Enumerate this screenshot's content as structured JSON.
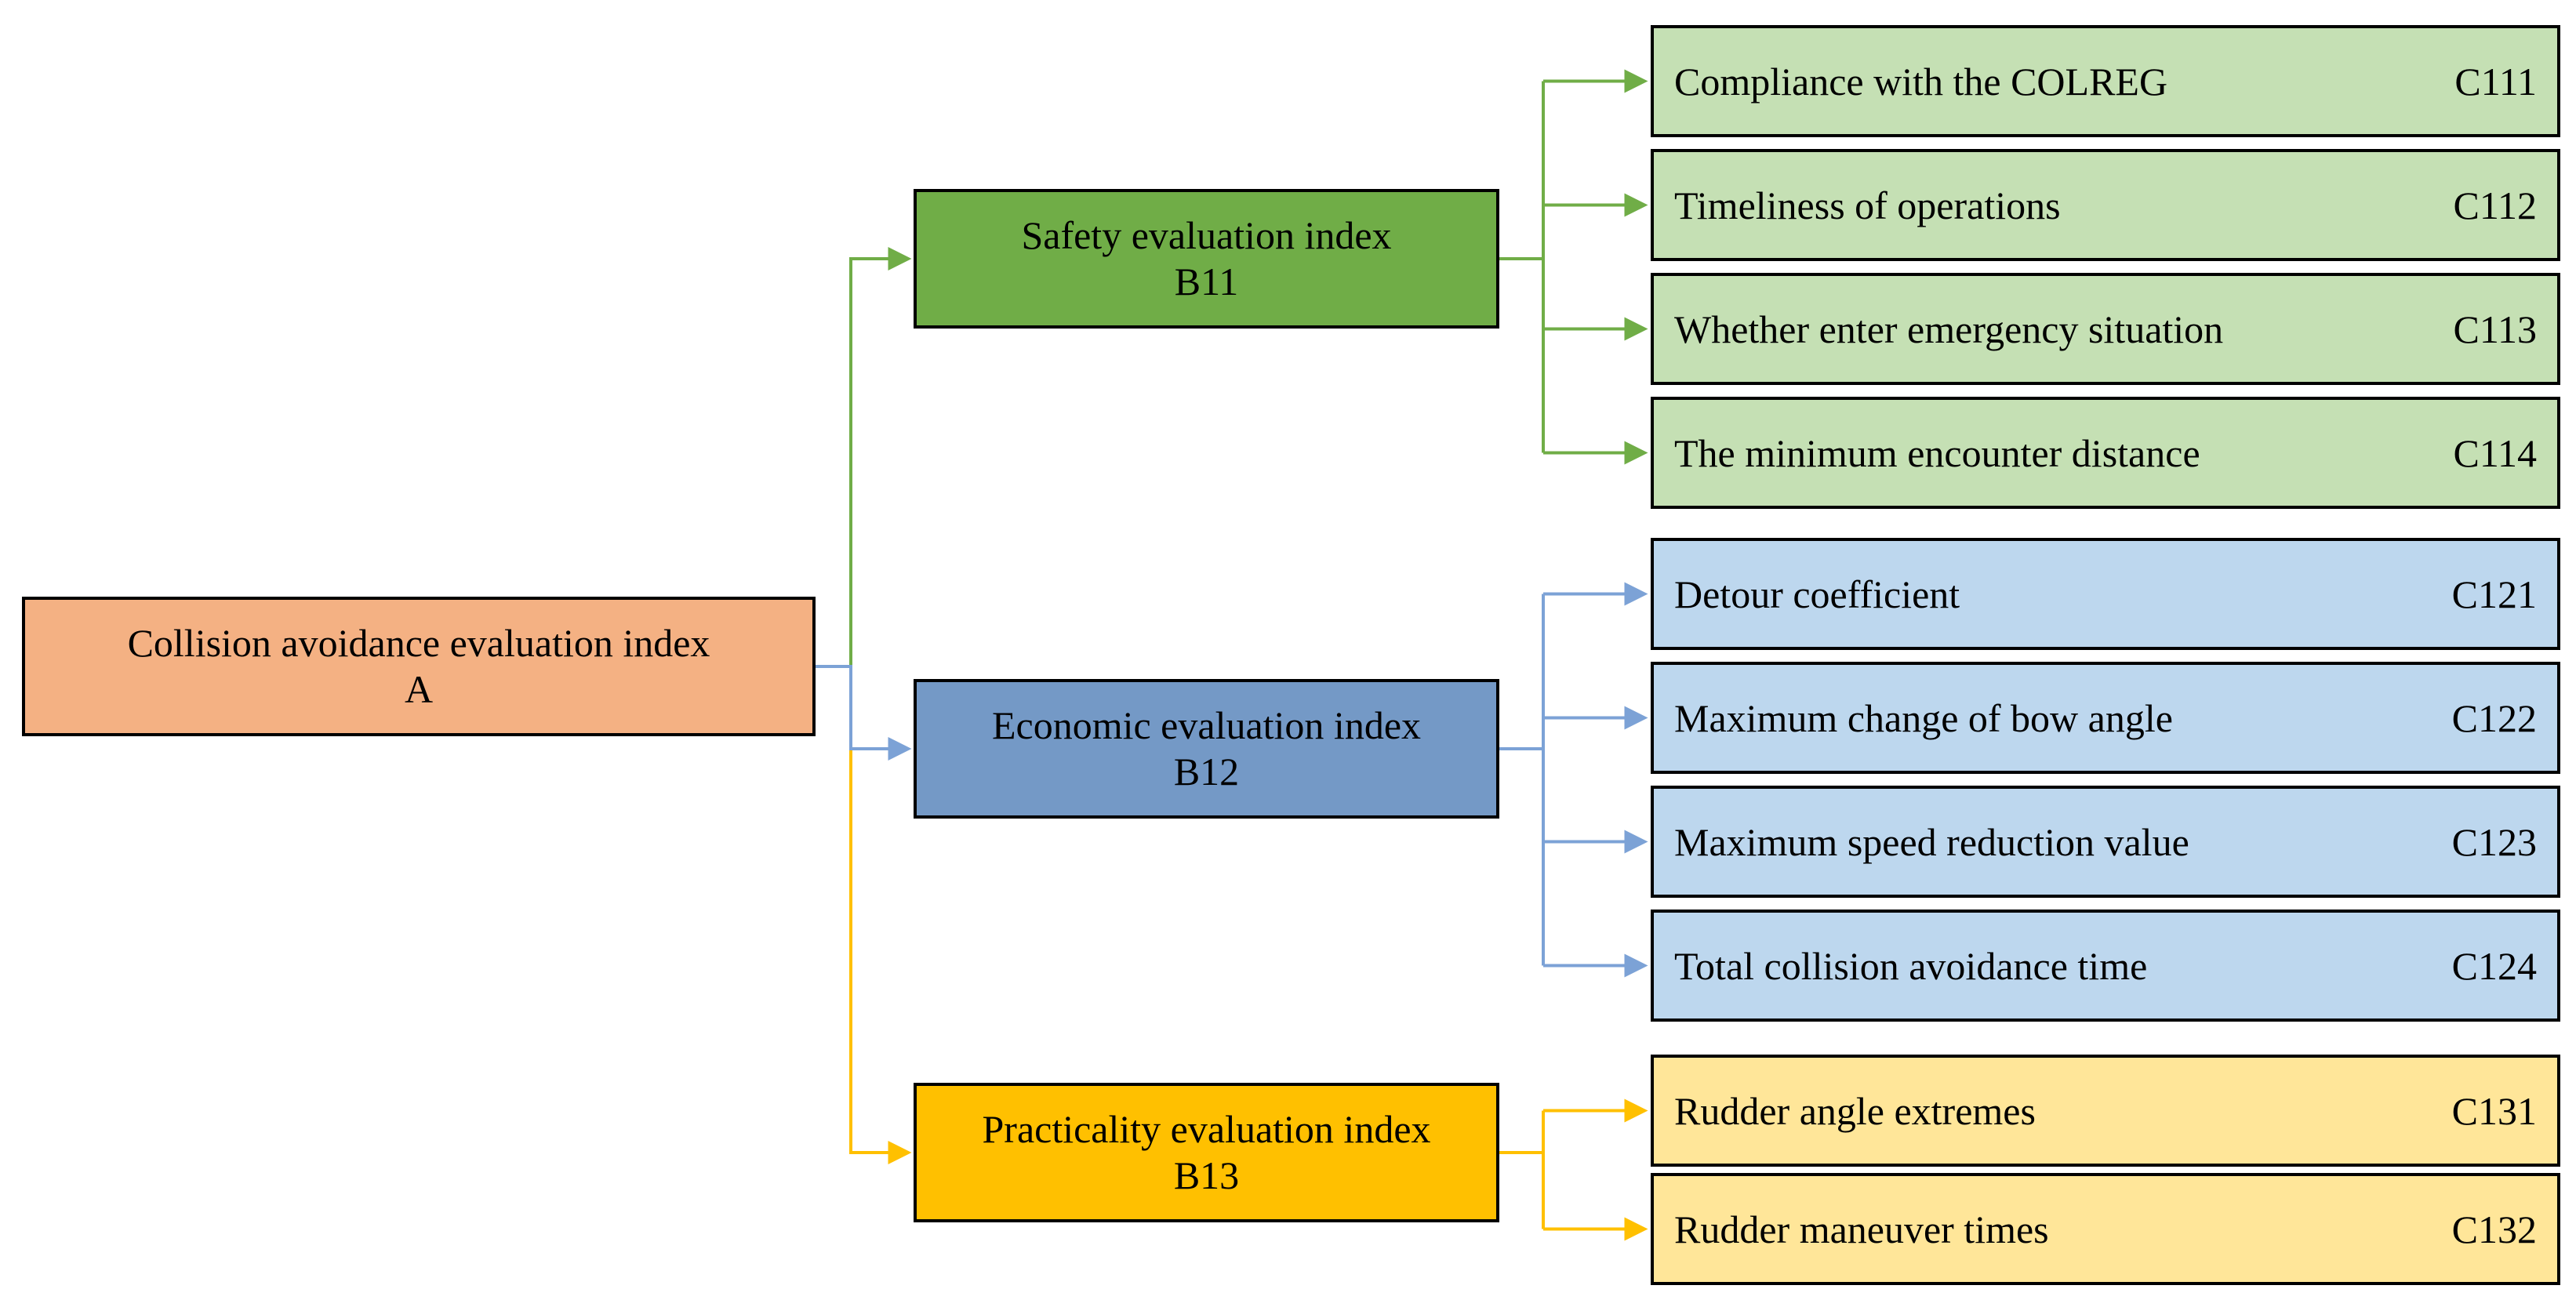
{
  "diagram": {
    "root": {
      "label": "Collision avoidance evaluation index",
      "code": "A"
    },
    "branches": [
      {
        "label": "Safety evaluation index",
        "code": "B11",
        "children": [
          {
            "label": "Compliance with the COLREG",
            "code": "C111"
          },
          {
            "label": "Timeliness of operations",
            "code": "C112"
          },
          {
            "label": "Whether enter emergency situation",
            "code": "C113"
          },
          {
            "label": "The minimum encounter distance",
            "code": "C114"
          }
        ]
      },
      {
        "label": "Economic evaluation index",
        "code": "B12",
        "children": [
          {
            "label": "Detour coefficient",
            "code": "C121"
          },
          {
            "label": "Maximum change of bow angle",
            "code": "C122"
          },
          {
            "label": "Maximum speed reduction value",
            "code": "C123"
          },
          {
            "label": "Total collision avoidance time",
            "code": "C124"
          }
        ]
      },
      {
        "label": "Practicality evaluation index",
        "code": "B13",
        "children": [
          {
            "label": "Rudder angle extremes",
            "code": "C131"
          },
          {
            "label": "Rudder maneuver times",
            "code": "C132"
          }
        ]
      }
    ]
  },
  "colors": {
    "root_fill": "#F4B183",
    "green_fill": "#70AD47",
    "green_leaf_fill": "#C5E0B4",
    "green_line": "#70AD47",
    "blue_fill": "#7499C6",
    "blue_leaf_fill": "#BDD7EE",
    "blue_line": "#7CA2D6",
    "yellow_fill": "#FFC000",
    "yellow_leaf_fill": "#FFE699",
    "yellow_line": "#FFC000",
    "border": "#000000"
  }
}
